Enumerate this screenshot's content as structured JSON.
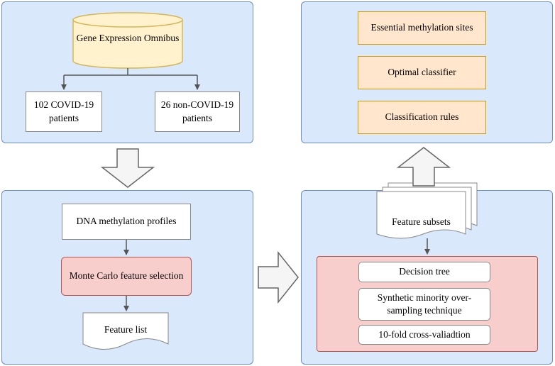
{
  "panel_geo": {
    "source": "Gene Expression Omnibus",
    "group_a": "102 COVID-19 patients",
    "group_b": "26 non-COVID-19 patients"
  },
  "panel_selection": {
    "profiles": "DNA methylation profiles",
    "mcfs": "Monte Carlo feature selection",
    "feature_list": "Feature list"
  },
  "panel_classifier": {
    "subsets": "Feature subsets",
    "steps": [
      "Decision tree",
      "Synthetic minority over-sampling technique",
      "10-fold cross-valiadtion"
    ]
  },
  "panel_results": {
    "items": [
      "Essential methylation sites",
      "Optimal classifier",
      "Classification rules"
    ]
  },
  "colors": {
    "panel_fill": "#dae8fc",
    "panel_border": "#6c8ebf",
    "cylinder_fill": "#fff2cc",
    "cylinder_border": "#d6b656",
    "result_fill": "#ffe6cc",
    "result_border": "#d79b00",
    "highlight_fill": "#f8cecc",
    "highlight_border": "#b85450",
    "arrow_fill": "#f5f5f5",
    "arrow_border": "#666666"
  }
}
